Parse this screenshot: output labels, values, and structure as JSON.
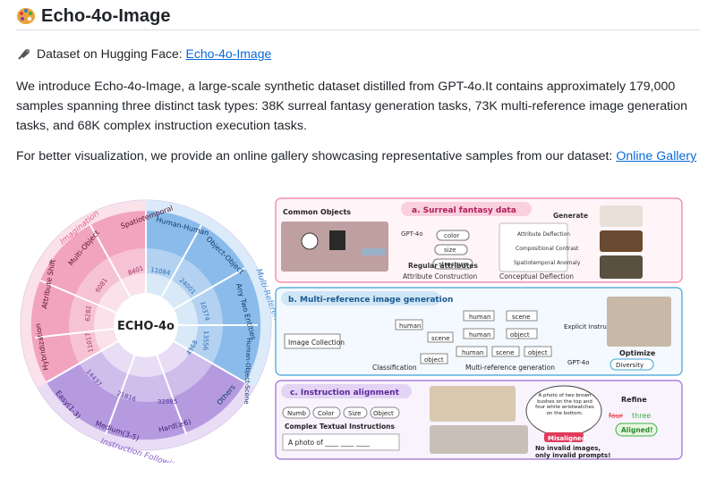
{
  "header": {
    "title": "Echo-4o-Image",
    "title_icon": "artist-palette-icon"
  },
  "dataset": {
    "icon": "pin-icon",
    "label": "Dataset on Hugging Face: ",
    "link_text": "Echo-4o-Image"
  },
  "intro": {
    "text": "We introduce Echo-4o-Image, a large-scale synthetic dataset distilled from GPT-4o.It contains approximately 179,000 samples spanning three distinct task types: 38K surreal fantasy generation tasks, 73K multi-reference image generation tasks, and 68K complex instruction execution tasks."
  },
  "gallery": {
    "text": "For better visualization, we provide an online gallery showcasing representative samples from our dataset: ",
    "link_text": "Online Gallery"
  },
  "figure": {
    "wheel": {
      "center": "ECHO-4o",
      "groups": [
        {
          "name": "Imagination",
          "color": "#e8608f"
        },
        {
          "name": "Multi-Reference Image",
          "color": "#4a8fd8"
        },
        {
          "name": "Instruction Following",
          "color": "#8a5cc8"
        }
      ],
      "segments": [
        {
          "label": "Spatiotemporal",
          "value": "8401"
        },
        {
          "label": "Multi-Object",
          "value": "6081"
        },
        {
          "label": "Attribute Shift",
          "value": "6282"
        },
        {
          "label": "Hybridization",
          "value": "11017"
        },
        {
          "label": "Human-Human",
          "value": "11084"
        },
        {
          "label": "Object-Object",
          "value": "24001"
        },
        {
          "label": "Any Two Entities",
          "value": "10374"
        },
        {
          "label": "Human-Object-Scene",
          "value": "13556"
        },
        {
          "label": "Others",
          "value": "4968"
        },
        {
          "label": "Hard(≥6)",
          "value": "32885"
        },
        {
          "label": "Medium(3-5)",
          "value": "21816"
        },
        {
          "label": "Easy(1-3)",
          "value": "14437"
        }
      ]
    },
    "panel_a": {
      "title": "a. Surreal fantasy data",
      "common_objects": "Common Objects",
      "gpt": "GPT-4o",
      "attrs": [
        "color",
        "size",
        "structure"
      ],
      "regular": "Regular attributes",
      "attr_construction": "Attribute Construction",
      "deflection_items": [
        "Attribute Deflection",
        "Compositional Contrast",
        "Spatiotemporal Anomaly"
      ],
      "conceptual": "Conceptual Deflection",
      "generate": "Generate"
    },
    "panel_b": {
      "title": "b. Multi-reference image generation",
      "collection": "Image Collection",
      "classification": "Classification",
      "cats": [
        "human",
        "scene",
        "object"
      ],
      "combos": [
        "human",
        "scene",
        "human",
        "object",
        "human",
        "scene",
        "object"
      ],
      "multi_ref": "Multi-reference generation",
      "explicit": "Explicit Instruction",
      "optimize": "Optimize",
      "diversity": "Diversity",
      "gpt": "GPT-4o"
    },
    "panel_c": {
      "title": "c. Instruction alignment",
      "tags": [
        "Numb",
        "Color",
        "Size",
        "Object"
      ],
      "complex": "Complex Textual Instructions",
      "photo": "A photo of ____ ____ ____",
      "bubble": "A photo of two brown bushes on the top and four white wristwatches on the bottom.",
      "misaligned": "Misaligned",
      "refine": "Refine",
      "four": "four",
      "three": "three",
      "aligned": "Aligned!",
      "no_invalid": "No invalid images,",
      "only_invalid": "only invalid prompts!"
    },
    "colors": {
      "pink": "#e8608f",
      "blue": "#4a8fd8",
      "purple": "#8a5cc8",
      "panel_a": "#f07aa0",
      "panel_b": "#3fa0d8",
      "panel_c": "#9b6bd0"
    }
  }
}
